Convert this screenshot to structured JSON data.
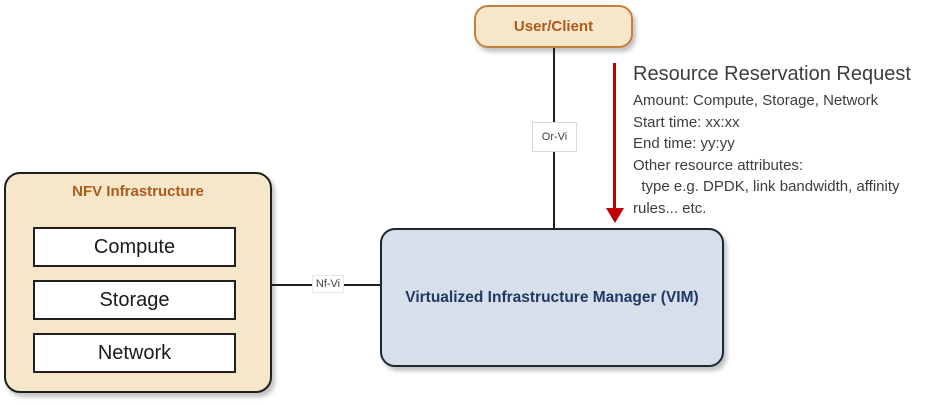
{
  "nodes": {
    "user_client": {
      "label": "User/Client"
    },
    "vim": {
      "label": "Virtualized Infrastructure Manager (VIM)"
    },
    "nfvi": {
      "title": "NFV Infrastructure",
      "components": [
        "Compute",
        "Storage",
        "Network"
      ]
    }
  },
  "connectors": {
    "or_vi": {
      "label": "Or-Vi"
    },
    "nf_vi": {
      "label": "Nf-Vi"
    }
  },
  "annotation": {
    "title": "Resource Reservation Request",
    "lines": [
      "Amount: Compute, Storage, Network",
      "Start time: xx:xx",
      "End time: yy:yy",
      "Other resource attributes:",
      "  type e.g. DPDK, link bandwidth, affinity",
      "rules... etc."
    ]
  },
  "colors": {
    "cream_fill": "#f6e7cb",
    "user_border": "#c4803b",
    "accent_text": "#ad5a1b",
    "node_border": "#1f1f1f",
    "vim_fill": "#d6dfea",
    "vim_text": "#1f3864",
    "arrow_red": "#c00000",
    "annotation_text": "#3d3d3d"
  }
}
